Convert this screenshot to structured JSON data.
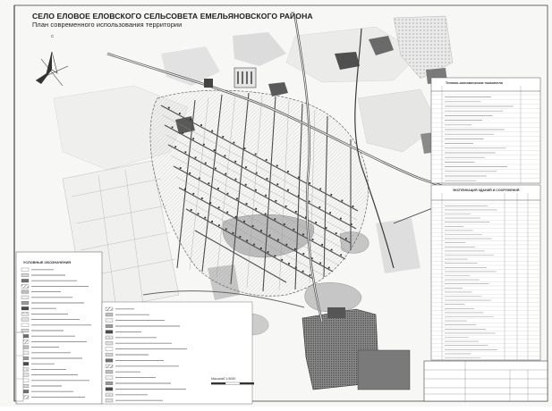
{
  "title": {
    "line1": "СЕЛО ЕЛОВОЕ ЕЛОВСКОГО СЕЛЬСОВЕТА ЕМЕЛЬЯНОВСКОГО РАЙОНА",
    "line2": "План современного использования территории"
  },
  "compass": {
    "north_letter": "С"
  },
  "tables": {
    "indicators_title": "Технико-экономические показатели",
    "buildings_title": "ЭКСПЛИКАЦИЯ ЗДАНИЙ И СООРУЖЕНИЙ"
  },
  "scale": {
    "label": "Масштаб 1:5000"
  },
  "legend": {
    "heading": "УСЛОВНЫЕ ОБОЗНАЧЕНИЯ"
  },
  "colors": {
    "paper": "#f7f7f5",
    "roads": "#5a5a5a",
    "water": "#bdbdbd",
    "industrial_zone": "#6e6e6e",
    "forest": "#d3d3d3"
  }
}
